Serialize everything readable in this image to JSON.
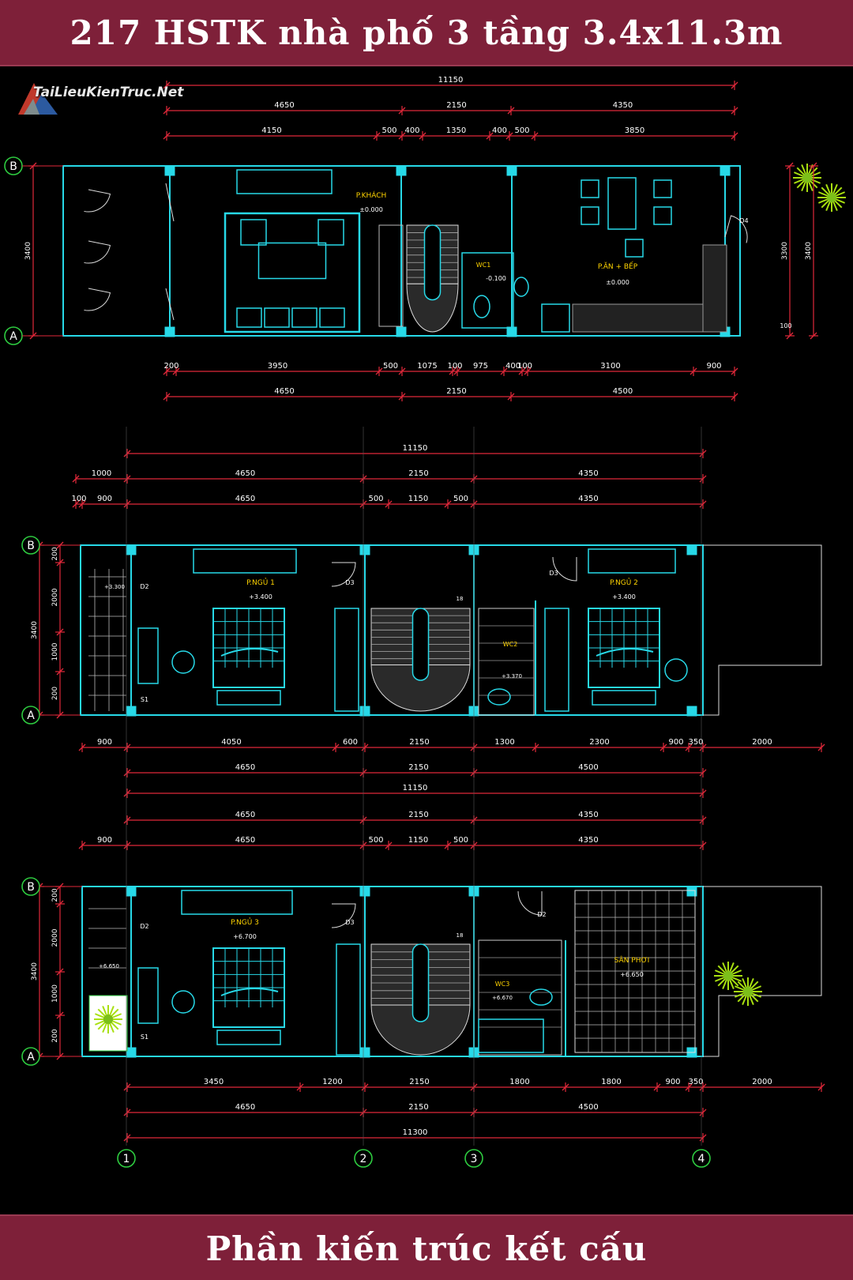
{
  "header": {
    "title": "217 HSTK nhà phố 3 tầng 3.4x11.3m"
  },
  "footer": {
    "subtitle": "Phần kiến trúc kết cấu"
  },
  "watermark": {
    "text": "TaiLieuKienTruc.Net"
  },
  "colors": {
    "banner": "#7e2039",
    "wall": "#27d9e8",
    "dim": "#e0283a",
    "text": "#ffffff",
    "furniture": "#2a9fd6",
    "label": "#ffd400"
  },
  "plan1": {
    "top": [
      "11150",
      "4650",
      "2150",
      "4350",
      "4150",
      "500",
      "400",
      "1350",
      "400",
      "500",
      "3850"
    ],
    "left": [
      "3400"
    ],
    "right": [
      "3300",
      "3400",
      "100"
    ],
    "bottom": [
      "200",
      "3950",
      "500",
      "1075",
      "100",
      "975",
      "400",
      "100",
      "3100",
      "900",
      "4650",
      "2150",
      "4500"
    ],
    "rooms": [
      "P.KHÁCH",
      "WC1",
      "P.ĂN + BẾP",
      "D4"
    ],
    "levels": [
      "±0.000",
      "-0.100",
      "±0.000"
    ]
  },
  "plan2": {
    "top": [
      "11150",
      "1000",
      "4650",
      "2150",
      "4350",
      "100",
      "900",
      "4650",
      "500",
      "1150",
      "500",
      "4350"
    ],
    "left": [
      "200",
      "2000",
      "1000",
      "200",
      "3400"
    ],
    "bottom": [
      "900",
      "4050",
      "600",
      "2150",
      "1300",
      "2300",
      "900",
      "350",
      "2000",
      "4650",
      "2150",
      "4500"
    ],
    "rooms": [
      "P.NGỦ 1",
      "P.NGỦ 2",
      "WC2",
      "D2",
      "D3",
      "D3",
      "S1",
      "18"
    ],
    "levels": [
      "+3.300",
      "+3.400",
      "+3.400",
      "+3.370"
    ]
  },
  "plan3": {
    "top": [
      "11150",
      "4650",
      "2150",
      "4350",
      "900",
      "4650",
      "500",
      "1150",
      "500",
      "4350"
    ],
    "left": [
      "200",
      "2000",
      "1000",
      "200",
      "3400"
    ],
    "bottom": [
      "3450",
      "1200",
      "2150",
      "1800",
      "1800",
      "900",
      "350",
      "2000",
      "4650",
      "2150",
      "4500",
      "11300"
    ],
    "rooms": [
      "P.NGỦ 3",
      "SÂN PHƠI",
      "WC3",
      "D2",
      "D3",
      "D2",
      "S1",
      "18"
    ],
    "levels": [
      "+6.700",
      "+6.650",
      "+6.670",
      "+6.650"
    ]
  },
  "axes": {
    "rows": [
      "A",
      "B"
    ],
    "cols": [
      "1",
      "2",
      "3",
      "4"
    ]
  }
}
